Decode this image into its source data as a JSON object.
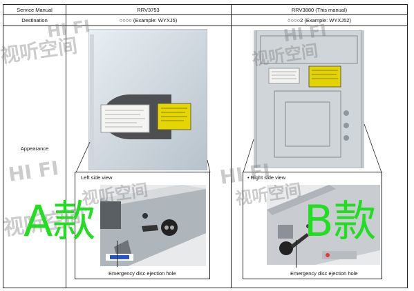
{
  "colors": {
    "mark_green": "#22dd22",
    "watermark_gray": "#888888"
  },
  "table": {
    "header": {
      "col1": "Service Manual",
      "col2": "RRV3753",
      "col3": "RRV3880 (This manual)"
    },
    "destination": {
      "label": "Destination",
      "col2": "○○○○ (Example: WYXJ5)",
      "col3": "○○○○2 (Example: WYXJ52)"
    },
    "appearance": {
      "label": "Appearance"
    }
  },
  "left_panel": {
    "side_view_label": "Left side view",
    "callout": "Emergency disc ejection hole",
    "mark": "A款"
  },
  "right_panel": {
    "side_view_label": "• Right side view",
    "callout": "Emergency disc ejection hole",
    "mark": "B款"
  },
  "watermarks": {
    "brand": "HI FI",
    "chinese": "视听空间"
  }
}
